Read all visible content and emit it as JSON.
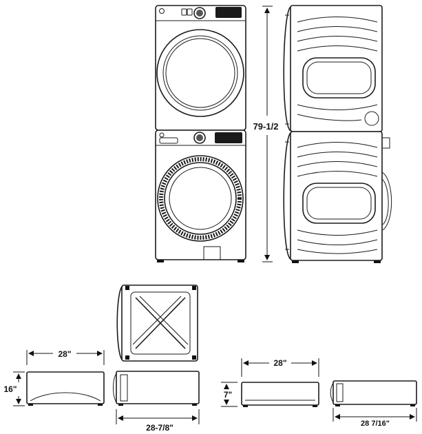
{
  "dimensions": {
    "stack_height": "79-1/2",
    "pedestal_tall_height": "16\"",
    "pedestal_tall_width": "28\"",
    "pedestal_tall_depth": "28-7/8\"",
    "pedestal_short_height": "7\"",
    "pedestal_short_width": "28\"",
    "pedestal_short_depth": "28 7/16\""
  },
  "icons": {
    "brand_logo": "ge-logo",
    "control_knob": "dial-knob",
    "display": "control-display"
  }
}
